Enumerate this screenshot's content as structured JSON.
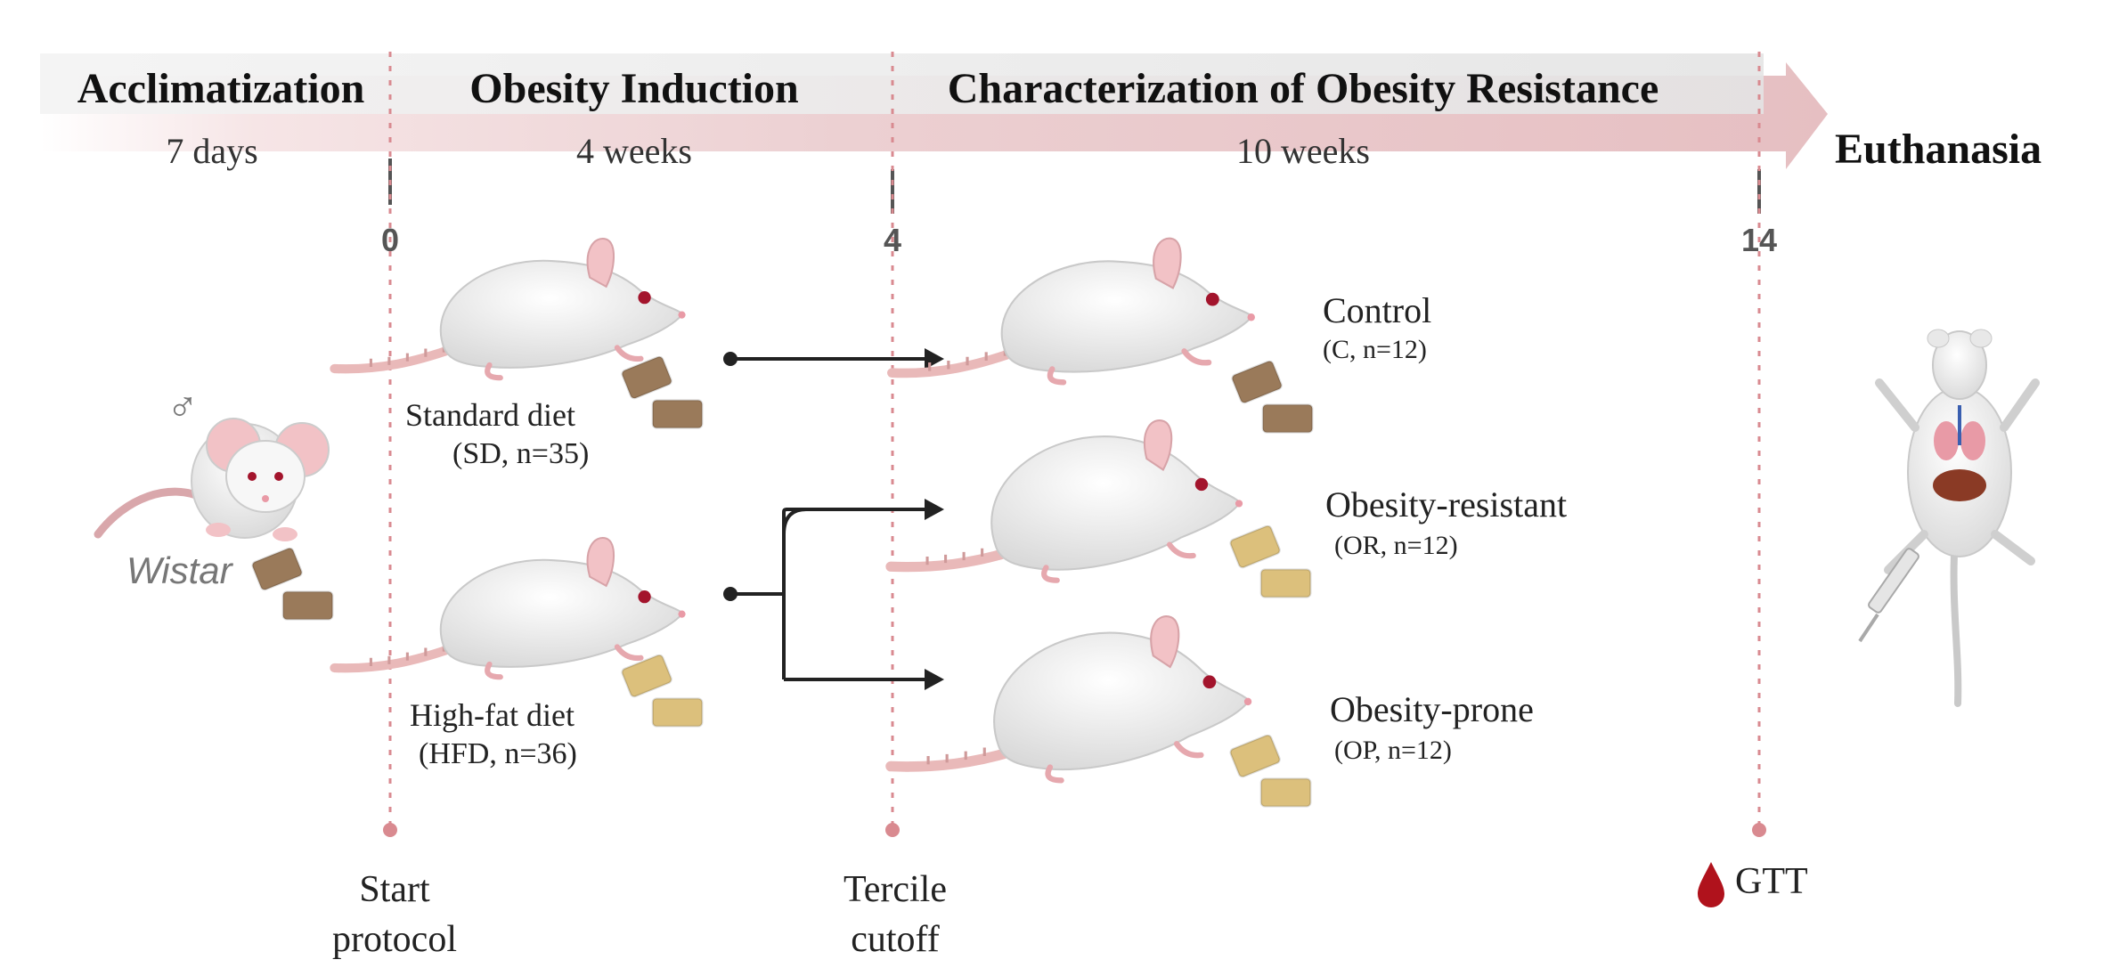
{
  "phases": [
    {
      "title": "Acclimatization",
      "duration": "7 days"
    },
    {
      "title": "Obesity Induction",
      "duration": "4 weeks"
    },
    {
      "title": "Characterization of Obesity Resistance",
      "duration": "10 weeks"
    }
  ],
  "endpoint": "Euthanasia",
  "ticks": [
    "0",
    "4",
    "14"
  ],
  "events": {
    "start_line1": "Start",
    "start_line2": "protocol",
    "tercile_line1": "Tercile",
    "tercile_line2": "cutoff",
    "gtt": "GTT"
  },
  "baseline": {
    "sex_symbol": "♂",
    "strain": "Wistar"
  },
  "diets": [
    {
      "name": "Standard diet",
      "detail": "(SD, n=35)"
    },
    {
      "name": "High-fat diet",
      "detail": "(HFD, n=36)"
    }
  ],
  "groups": [
    {
      "name": "Control",
      "detail": "(C, n=12)"
    },
    {
      "name": "Obesity-resistant",
      "detail": "(OR, n=12)"
    },
    {
      "name": "Obesity-prone",
      "detail": "(OP, n=12)"
    }
  ],
  "colors": {
    "timeline": "#e8c2c5",
    "timeline_light": "#f6e5e6",
    "header_band": "#e9e9e9",
    "dashed_line": "#d98a90",
    "rat_body": "#f1f1f1",
    "rat_tail": "#e9b9b9",
    "chow_standard": "#9a7a5a",
    "chow_highfat": "#dcc07c",
    "blood": "#b0121c",
    "arrow": "#222222"
  }
}
